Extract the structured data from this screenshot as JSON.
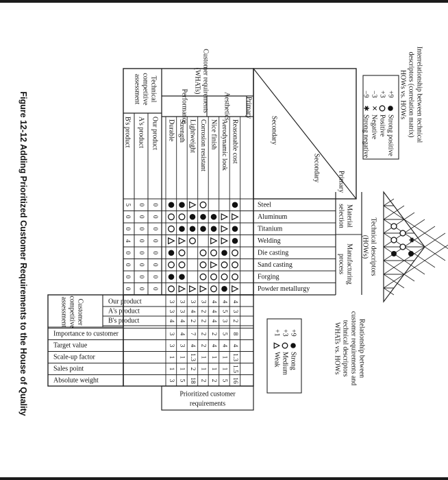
{
  "figure_caption": "Figure 12-12 Adding Prioritized Customer Requirements to the House of Quality",
  "legends": {
    "correlation": {
      "title": "Interrelationship between technical descriptors (correlation matrix) HOWs vs. HOWs",
      "title_lines": [
        "Interrelationship between technical",
        "descriptors (correlation matrix)",
        "HOWs vs. HOWs"
      ],
      "items": [
        {
          "value": "+9",
          "symbol": "●",
          "label": "Strong positive"
        },
        {
          "value": "+3",
          "symbol": "○",
          "label": "Positive"
        },
        {
          "value": "−3",
          "symbol": "✕",
          "label": "Negative"
        },
        {
          "value": "−9",
          "symbol": "✱",
          "label": "Strong negative"
        }
      ]
    },
    "relationship": {
      "title": "Relationship between customer requirements and technical descriptors WHATs vs. HOWs",
      "title_lines": [
        "Relationship between",
        "customer requirements and",
        "technical descriptors",
        "WHATs vs. HOWs"
      ],
      "items": [
        {
          "value": "+9",
          "symbol": "●",
          "label": "Strong"
        },
        {
          "value": "+3",
          "symbol": "○",
          "label": "Medium"
        },
        {
          "value": "+1",
          "symbol": "△",
          "label": "Weak"
        }
      ]
    }
  },
  "header": {
    "customer_requirements": [
      "Customer requirements",
      "(WHATs)"
    ],
    "technical_descriptors": [
      "Technical descriptors",
      "(HOWs)"
    ],
    "technical_competitive": [
      "Technical",
      "competitive",
      "assessment"
    ],
    "primary": "Primary",
    "secondary": "Secondary",
    "our_product": "Our product",
    "as_product": "A's product",
    "bs_product": "B's product"
  },
  "customer_groups": [
    {
      "name": "Performance",
      "span": 4
    },
    {
      "name": "Aesthetics",
      "span": 3
    }
  ],
  "customer_requirements": [
    "Durable",
    "Strength",
    "Lightweight",
    "Corrosion resistant",
    "Nice finish",
    "Aerodynamic look",
    "Reasonable cost"
  ],
  "technical_groups": [
    {
      "name": "Material selection",
      "lines": [
        "Material",
        "selection"
      ],
      "span": 3
    },
    {
      "name": "Manufacturing process",
      "lines": [
        "Manufacturing",
        "process"
      ],
      "span": 5
    }
  ],
  "technical_descriptors": [
    "Steel",
    "Aluminum",
    "Titanium",
    "Welding",
    "Die casting",
    "Sand casting",
    "Forging",
    "Powder metallurgy"
  ],
  "relationship_matrix": [
    [
      "●",
      "○",
      "○",
      "△",
      "●",
      "○",
      "●",
      "○"
    ],
    [
      "●",
      "○",
      "●",
      "△",
      "○",
      "○",
      "●",
      "△"
    ],
    [
      "△",
      "●",
      "●",
      "○",
      "",
      "",
      "",
      "△"
    ],
    [
      "○",
      "●",
      "●",
      "",
      "○",
      "○",
      "○",
      "△"
    ],
    [
      "",
      "●",
      "●",
      "△",
      "○",
      "△",
      "○",
      "○"
    ],
    [
      "",
      "△",
      "△",
      "△",
      "●",
      "○",
      "○",
      "●"
    ],
    [
      "●",
      "△",
      "●",
      "●",
      "○",
      "○",
      "○",
      "△"
    ]
  ],
  "technical_assessment": {
    "our_product": [
      "0",
      "0",
      "0",
      "0",
      "0",
      "0",
      "0",
      "0"
    ],
    "as_product": [
      "0",
      "0",
      "0",
      "0",
      "0",
      "0",
      "0",
      "0"
    ],
    "bs_product": [
      "5",
      "0",
      "0",
      "4",
      "0",
      "0",
      "0",
      "0"
    ]
  },
  "correlation_symbols": [
    "○",
    "○",
    "○",
    "✱",
    "○",
    "●",
    "●"
  ],
  "customer_competitive": {
    "title": [
      "Customer",
      "competitive",
      "assessment"
    ],
    "our_product": [
      "3",
      "3",
      "3",
      "3",
      "4",
      "4",
      "4"
    ],
    "as_product": [
      "3",
      "3",
      "4",
      "2",
      "4",
      "5",
      "3"
    ],
    "bs_product": [
      "4",
      "4",
      "2",
      "2",
      "4",
      "3",
      "2"
    ]
  },
  "prioritized": {
    "rows": [
      "Importance to customer",
      "Target value",
      "Scale-up factor",
      "Sales point",
      "Absolute weight"
    ],
    "importance": [
      "3",
      "4",
      "7",
      "2",
      "2",
      "5",
      "8"
    ],
    "target_value": [
      "3",
      "3",
      "4",
      "2",
      "4",
      "4",
      "4"
    ],
    "scale_up": [
      "1",
      "1",
      "1.3",
      "1",
      "1",
      "1",
      "1.3"
    ],
    "sales_point": [
      "1",
      "1",
      "2",
      "1",
      "1",
      "1",
      "1.5"
    ],
    "absolute_weight": [
      "3",
      "5",
      "18",
      "2",
      "2",
      "5",
      "16"
    ],
    "footer": [
      "Prioritized customer",
      "requirements"
    ]
  }
}
